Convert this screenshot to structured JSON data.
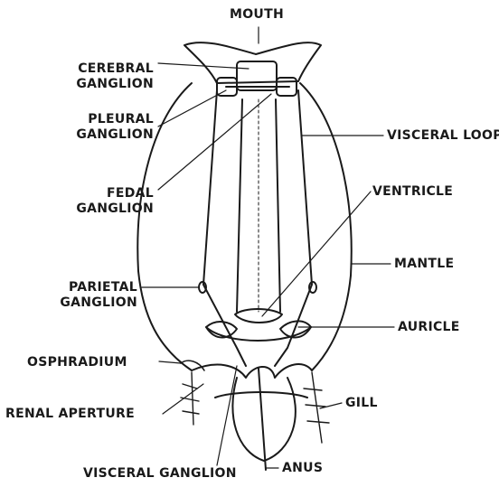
{
  "labels": {
    "mouth": "MOUTH",
    "cerebral_ganglion": "CEREBRAL\nGANGLION",
    "pleural_ganglion": "PLEURAL\nGANGLION",
    "pedal_ganglion": "FEDAL\nGANGLION",
    "parietal_ganglion": "PARIETAL\nGANGLION",
    "osphradium": "OSPHRADIUM",
    "renal_aperture": "RENAL APERTURE",
    "visceral_ganglion": "VISCERAL GANGLION",
    "visceral_loop": "VISCERAL LOOP",
    "ventricle": "VENTRICLE",
    "mantle": "MANTLE",
    "auricle": "AURICLE",
    "gill": "GILL",
    "anus": "ANUS"
  }
}
